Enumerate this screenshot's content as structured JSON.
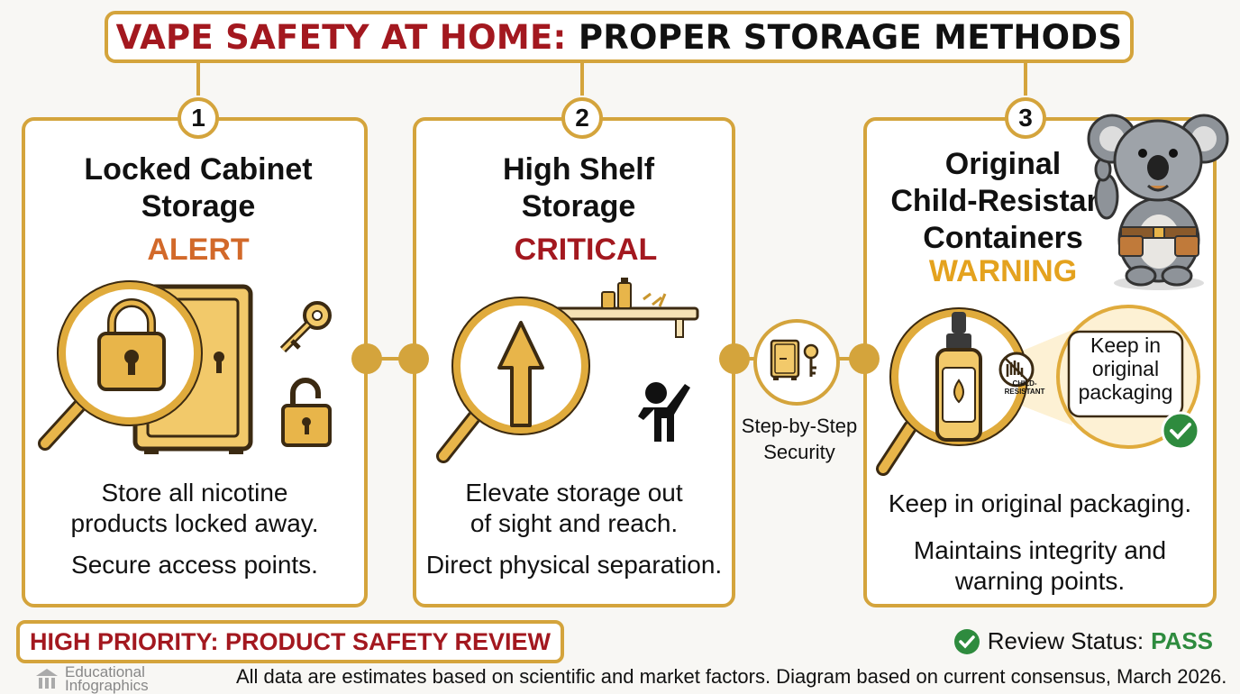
{
  "title": {
    "part1": "VAPE SAFETY AT HOME:",
    "part2": "PROPER STORAGE METHODS"
  },
  "cards": [
    {
      "number": "1",
      "title_line1": "Locked Cabinet",
      "title_line2": "Storage",
      "level": "ALERT",
      "level_color": "#d2692a",
      "desc1": "Store all nicotine",
      "desc2": "products locked away.",
      "desc3": "Secure access points."
    },
    {
      "number": "2",
      "title_line1": "High Shelf",
      "title_line2": "Storage",
      "level": "CRITICAL",
      "level_color": "#a3181f",
      "desc1": "Elevate storage out",
      "desc2": "of sight and reach.",
      "desc3": "Direct physical separation."
    },
    {
      "number": "3",
      "title_line1": "Original",
      "title_line2": "Child-Resistant",
      "title_line3": "Containers",
      "level": "WARNING",
      "level_color": "#e4a21e",
      "desc1": "Keep in original packaging.",
      "desc2": "Maintains integrity and",
      "desc3": "warning points.",
      "bubble_line1": "Keep in",
      "bubble_line2": "original",
      "bubble_line3": "packaging",
      "child_label1": "CHILD-",
      "child_label2": "RESISTANT"
    }
  ],
  "middle": {
    "label1": "Step-by-Step",
    "label2": "Security"
  },
  "priority_label": "HIGH PRIORITY: PRODUCT SAFETY REVIEW",
  "review": {
    "label": "Review Status:",
    "value": "PASS",
    "value_color": "#2e8b3e"
  },
  "footer_note": "All data are estimates based on scientific and market factors. Diagram based on current consensus, March 2026.",
  "logo": {
    "line1": "Educational",
    "line2": "Infographics"
  },
  "colors": {
    "gold": "#d4a43c",
    "red": "#a3181f",
    "orange": "#d2692a",
    "yellow": "#e4a21e",
    "green": "#2e8b3e"
  }
}
